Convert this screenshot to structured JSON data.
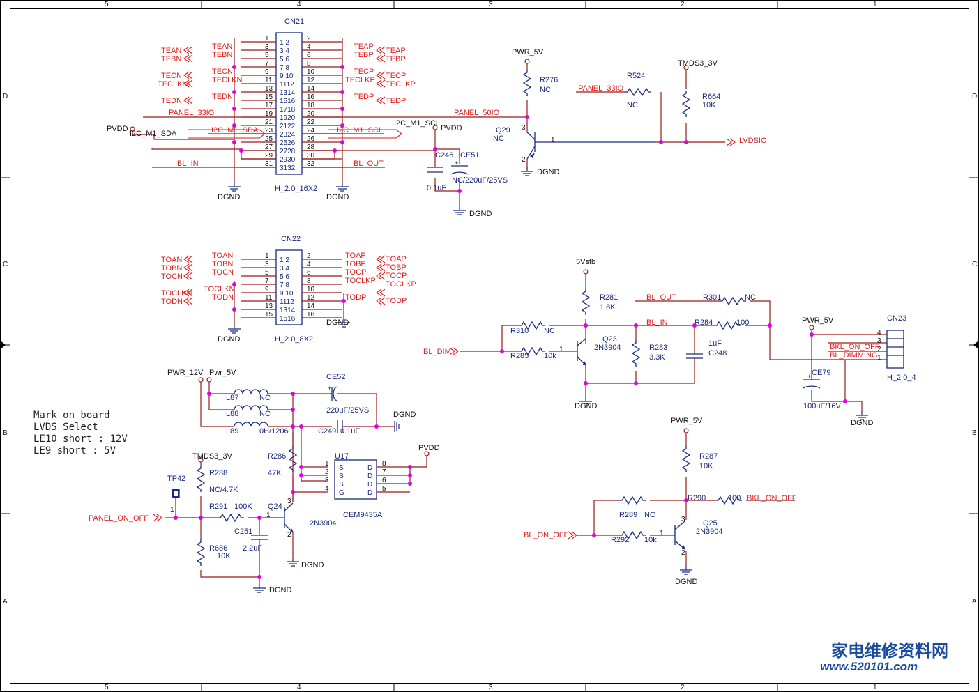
{
  "frame": {
    "top_cols": [
      "5",
      "4",
      "3",
      "2",
      "1"
    ],
    "bottom_cols": [
      "5",
      "4",
      "3",
      "2",
      "1"
    ],
    "left_rows": [
      "D",
      "C",
      "B",
      "A"
    ],
    "right_rows": [
      "D",
      "C",
      "B",
      "A"
    ]
  },
  "cn21": {
    "ref": "CN21",
    "footprint": "H_2.0_16X2",
    "left_pins": [
      "1",
      "3",
      "5",
      "7",
      "9",
      "11",
      "13",
      "15",
      "17",
      "19",
      "21",
      "23",
      "25",
      "27",
      "29",
      "31"
    ],
    "right_pins": [
      "2",
      "4",
      "6",
      "8",
      "10",
      "12",
      "14",
      "16",
      "18",
      "20",
      "22",
      "24",
      "26",
      "28",
      "30",
      "32"
    ],
    "inner_rows": [
      "1   2",
      "3   4",
      "5   6",
      "7   8",
      "9  10",
      "1112",
      "1314",
      "1516",
      "1718",
      "1920",
      "2122",
      "2324",
      "2526",
      "2728",
      "2930",
      "3132"
    ],
    "left_nets": [
      {
        "wire": "TEAN",
        "port": "TEAN"
      },
      {
        "wire": "TEBN",
        "port": "TEBN"
      },
      {
        "wire": "TECN",
        "port": "TECN"
      },
      {
        "wire": "TECLKN",
        "port": "TECLKN"
      },
      {
        "wire": "TEDN",
        "port": "TEDN"
      }
    ],
    "right_nets": [
      {
        "wire": "TEAP",
        "port": "TEAP"
      },
      {
        "wire": "TEBP",
        "port": "TEBP"
      },
      {
        "wire": "TECP",
        "port": "TECP"
      },
      {
        "wire": "TECLKP",
        "port": "TECLKP"
      },
      {
        "wire": "TEDP",
        "port": "TEDP"
      }
    ],
    "panel_33io": "PANEL_33IO",
    "panel_50io": "PANEL_50IO",
    "pvdd": "PVDD",
    "i2c_sda_a": "I2C_M1_SDA",
    "i2c_sda_b": "I2C_M1_SDA",
    "i2c_scl_a": "I2C_M1_SCL",
    "i2c_scl_b": "I2C_M1_SCL",
    "bl_in": "BL_IN",
    "bl_out": "BL_OUT",
    "gnd": "DGND"
  },
  "cn21_caps": {
    "pvdd": "PVDD",
    "c246": "C246",
    "c246_val": "0.1uF",
    "ce51": "CE51",
    "ce51_val": "NC/220uF/25VS",
    "gnd": "DGND"
  },
  "q29": {
    "pwr": "PWR_5V",
    "r276": "R276",
    "r276_val": "NC",
    "ref": "Q29",
    "val": "NC",
    "pin1": "1",
    "pin2": "2",
    "pin3": "3",
    "gnd": "DGND",
    "r524": "R524",
    "r524_val": "NC",
    "panel": "PANEL_33IO",
    "tmds": "TMDS3_3V",
    "r664": "R664",
    "r664_val": "10K",
    "out": "LVDSIO"
  },
  "cn22": {
    "ref": "CN22",
    "footprint": "H_2.0_8X2",
    "left_pins": [
      "1",
      "3",
      "5",
      "7",
      "9",
      "11",
      "13",
      "15"
    ],
    "right_pins": [
      "2",
      "4",
      "6",
      "8",
      "10",
      "12",
      "14",
      "16"
    ],
    "inner_rows": [
      "1   2",
      "3   4",
      "5   6",
      "7   8",
      "9  10",
      "1112",
      "1314",
      "1516"
    ],
    "left_nets": [
      {
        "wire": "TOAN",
        "port": "TOAN"
      },
      {
        "wire": "TOBN",
        "port": "TOBN"
      },
      {
        "wire": "TOCN",
        "port": "TOCN"
      },
      {
        "wire": "TOCLKN",
        "port": "TOCLKN"
      },
      {
        "wire": "TODN",
        "port": "TODN"
      }
    ],
    "right_nets": [
      {
        "wire": "TOAP",
        "port": "TOAP"
      },
      {
        "wire": "TOBP",
        "port": "TOBP"
      },
      {
        "wire": "TOCP",
        "port": "TOCP"
      },
      {
        "wire": "TOCLKP",
        "port": "TOCLKP"
      },
      {
        "wire": "TODP",
        "port": "TODP"
      }
    ],
    "gnd_l": "DGND",
    "gnd_r": "DGND"
  },
  "power": {
    "pwr12": "PWR_12V",
    "pwr5": "Pwr_5V",
    "l87": "L87",
    "l87_val": "NC",
    "l88": "L88",
    "l88_val": "NC",
    "l89": "L89",
    "l89_val": "0H/1206",
    "ce52": "CE52",
    "ce52_val": "220uF/25VS",
    "c249": "C249",
    "c249_val": "0.1uF",
    "gnd": "DGND",
    "pvdd": "PVDD",
    "r286": "R286",
    "r286_val": "47K",
    "u17": "U17",
    "u17_val": "CEM9435A",
    "u17_left_pins": [
      "1",
      "2",
      "3",
      "4"
    ],
    "u17_right_pins": [
      "8",
      "7",
      "6",
      "5"
    ],
    "u17_left_names": [
      "S",
      "S",
      "S",
      "G"
    ],
    "u17_right_names": [
      "D",
      "D",
      "D",
      "D"
    ],
    "tmds": "TMDS3_3V",
    "tp": "TP42",
    "tp_pin": "1",
    "panel_on": "PANEL_ON_OFF",
    "r288": "R288",
    "r288_val": "NC/4.7K",
    "r291": "R291",
    "r291_val": "100K",
    "q24": "Q24",
    "q24_val": "2N3904",
    "q24_p1": "1",
    "q24_p2": "2",
    "q24_p3": "3",
    "c251": "C251",
    "c251_val": "2.2uF",
    "r686": "R686",
    "r686_val": "10K",
    "gnd2": "DGND",
    "gnd3": "DGND"
  },
  "note": [
    "Mark on board",
    "LVDS Select",
    "LE10 short : 12V",
    "LE9 short : 5V"
  ],
  "bl": {
    "v5stb": "5Vstb",
    "r281": "R281",
    "r281_val": "1.8K",
    "bl_out": "BL_OUT",
    "r301": "R301",
    "r301_val": "NC",
    "r310": "R310",
    "r310_val": "NC",
    "bl_in": "BL_IN",
    "r284": "R284",
    "r284_val": "100",
    "bl_dim": "BL_DIM",
    "r285": "R285",
    "r285_val": "10k",
    "q23": "Q23",
    "q23_val": "2N3904",
    "q23_p1": "1",
    "r283": "R283",
    "r283_val": "3.3K",
    "c248": "C248",
    "c248_val": "1uF",
    "gnd": "DGND",
    "pwr5": "PWR_5V",
    "cn23": "CN23",
    "cn23_fp": "H_2.0_4",
    "cn23_pins": [
      "4",
      "3",
      "2",
      "1"
    ],
    "bkl_on": "BKL_ON_OFF",
    "bl_dimming": "BL_DIMMING",
    "ce79": "CE79",
    "ce79_val": "100uF/16V",
    "gnd2": "DGND"
  },
  "blon": {
    "pwr5": "PWR_5V",
    "r287": "R287",
    "r287_val": "10K",
    "r290": "R290",
    "r290_val": "100",
    "bkl_on": "BKL_ON_OFF",
    "r289": "R289",
    "r289_val": "NC",
    "bl_on_off": "BL_ON_OFF",
    "r292": "R292",
    "r292_val": "10k",
    "q25": "Q25",
    "q25_val": "2N3904",
    "p1": "1",
    "p2": "2",
    "p3": "3",
    "gnd": "DGND"
  },
  "watermark": {
    "cn": "家电维修资料网",
    "url": "www.520101.com"
  }
}
